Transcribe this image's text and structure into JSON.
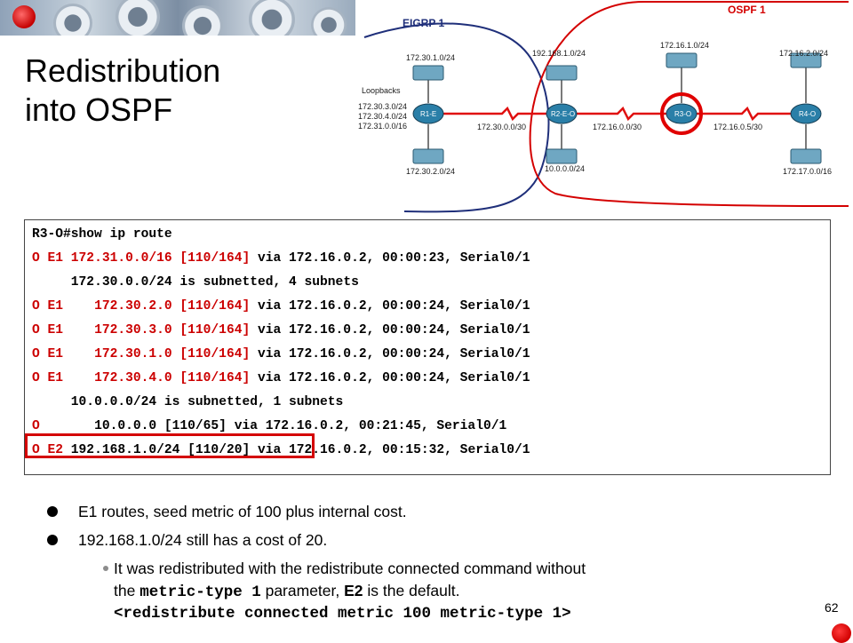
{
  "slide": {
    "title_line1": "Redistribution",
    "title_line2": "into OSPF",
    "page_number": "62"
  },
  "diagram": {
    "eigrp_label": "EIGRP 1",
    "ospf_label": "OSPF 1",
    "nets": {
      "n1": "172.30.1.0/24",
      "n2": "192.168.1.0/24",
      "n3": "172.16.1.0/24",
      "n4": "172.16.2.0/24",
      "n5": "172.30.2.0/24",
      "n6": "10.0.0.0/24",
      "n7": "172.17.0.0/16"
    },
    "loopbacks_title": "Loopbacks",
    "loopbacks": [
      "172.30.3.0/24",
      "172.30.4.0/24",
      "172.31.0.0/16"
    ],
    "links": {
      "l1": "172.30.0.0/30",
      "l2": "172.16.0.0/30",
      "l3": "172.16.0.5/30"
    },
    "routers": {
      "r1": "R1-E",
      "r2": "R2-E-O",
      "r3": "R3-O",
      "r4": "R4-O"
    },
    "colors": {
      "eigrp_boundary": "#1f2f7a",
      "ospf_boundary": "#d40000",
      "serial_link": "#e01010",
      "router": "#2a7fa8"
    }
  },
  "route_output": {
    "command": "R3-O#show ip route",
    "lines": [
      {
        "code": "O E1 ",
        "red": "172.31.0.0/16 [110/164]",
        "rest": " via 172.16.0.2, 00:00:23, Serial0/1"
      },
      {
        "code": "     ",
        "red": "",
        "rest": "172.30.0.0/24 is subnetted, 4 subnets"
      },
      {
        "code": "O E1    ",
        "red": "172.30.2.0 [110/164]",
        "rest": " via 172.16.0.2, 00:00:24, Serial0/1"
      },
      {
        "code": "O E1    ",
        "red": "172.30.3.0 [110/164]",
        "rest": " via 172.16.0.2, 00:00:24, Serial0/1"
      },
      {
        "code": "O E1    ",
        "red": "172.30.1.0 [110/164]",
        "rest": " via 172.16.0.2, 00:00:24, Serial0/1"
      },
      {
        "code": "O E1    ",
        "red": "172.30.4.0 [110/164]",
        "rest": " via 172.16.0.2, 00:00:24, Serial0/1"
      },
      {
        "code": "     ",
        "red": "",
        "rest": "10.0.0.0/24 is subnetted, 1 subnets"
      },
      {
        "code": "O       ",
        "red": "",
        "rest": "10.0.0.0 [110/65] via 172.16.0.2, 00:21:45, Serial0/1"
      },
      {
        "code": "O E2 ",
        "red": "",
        "rest": "192.168.1.0/24 [110/20] via 172.16.0.2, 00:15:32, Serial0/1"
      }
    ]
  },
  "bullets": {
    "b1": "E1 routes, seed metric of 100 plus internal cost.",
    "b2": "192.168.1.0/24 still has a cost of 20.",
    "sub1_a": "It was redistributed with the redistribute connected command without",
    "sub1_b1": "the ",
    "sub1_b_mono": "metric-type 1",
    "sub1_b2": " parameter, ",
    "sub1_b_bold": "E2",
    "sub1_b3": " is the default.",
    "sub1_c": "<redistribute connected metric 100 metric-type 1>"
  }
}
